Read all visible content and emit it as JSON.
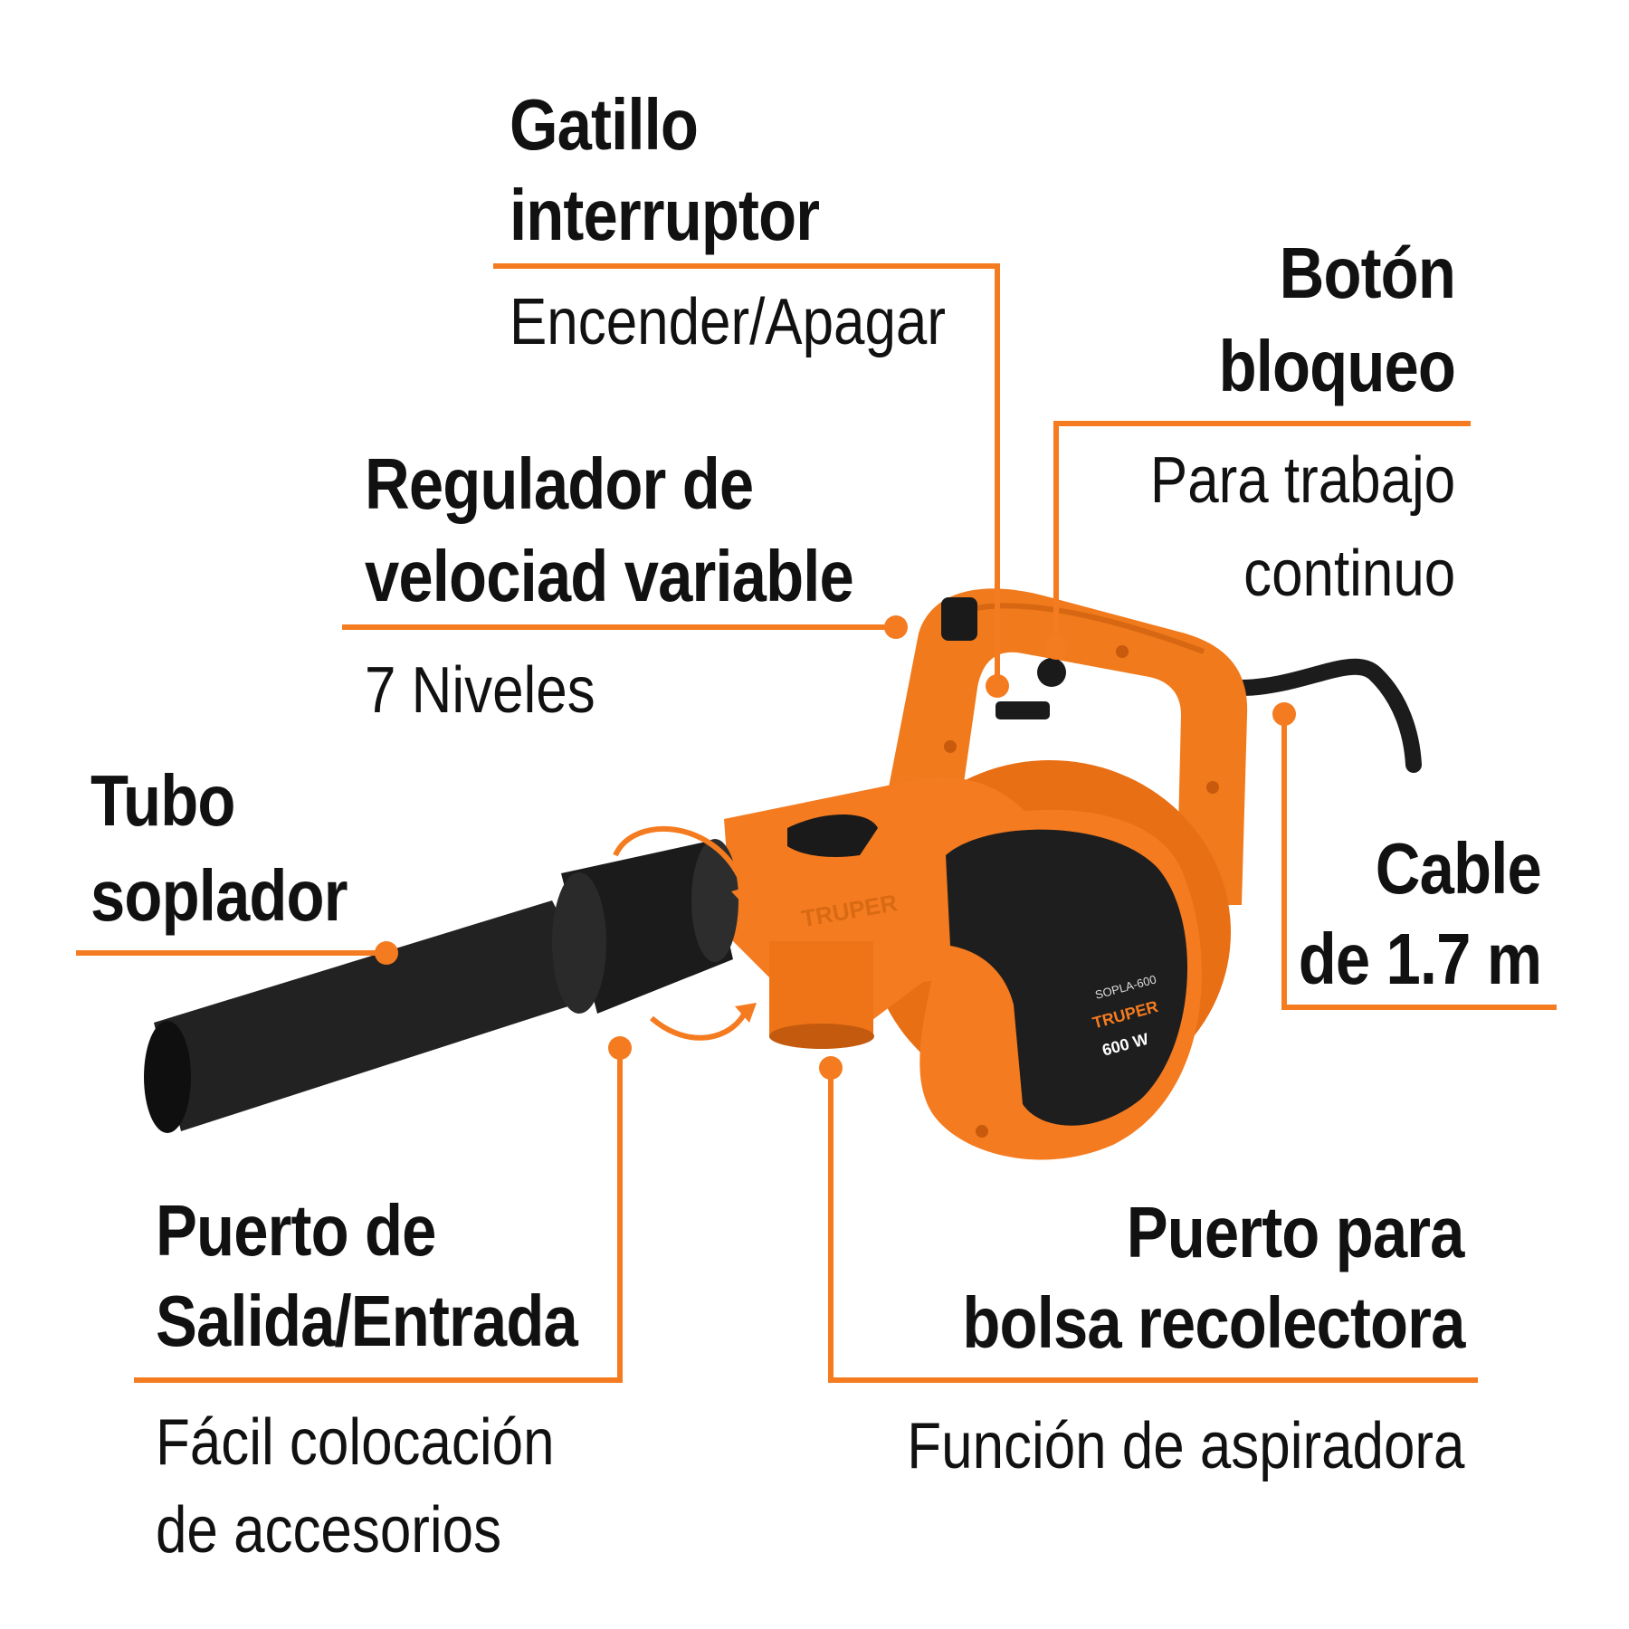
{
  "accent_color": "#f47b20",
  "labels": {
    "gatillo": {
      "title_1": "Gatillo",
      "title_2": "interruptor",
      "desc": "Encender/Apagar"
    },
    "boton": {
      "title_1": "Botón",
      "title_2": "bloqueo",
      "desc_1": "Para trabajo",
      "desc_2": "continuo"
    },
    "regulador": {
      "title_1": "Regulador de",
      "title_2": "velociad variable",
      "desc": "7 Niveles"
    },
    "tubo": {
      "title_1": "Tubo",
      "title_2": "soplador"
    },
    "cable": {
      "title_1": "Cable",
      "title_2": "de 1.7 m"
    },
    "puerto_salida": {
      "title_1": "Puerto de",
      "title_2": "Salida/Entrada",
      "desc_1": "Fácil colocación",
      "desc_2": "de accesorios"
    },
    "puerto_bolsa": {
      "title_1": "Puerto para",
      "title_2": "bolsa recolectora",
      "desc": "Función de aspiradora"
    }
  },
  "product": {
    "brand_housing": "TRUPER",
    "model": "SOPLA-600",
    "brand_label": "TRUPER",
    "power": "600 W"
  }
}
